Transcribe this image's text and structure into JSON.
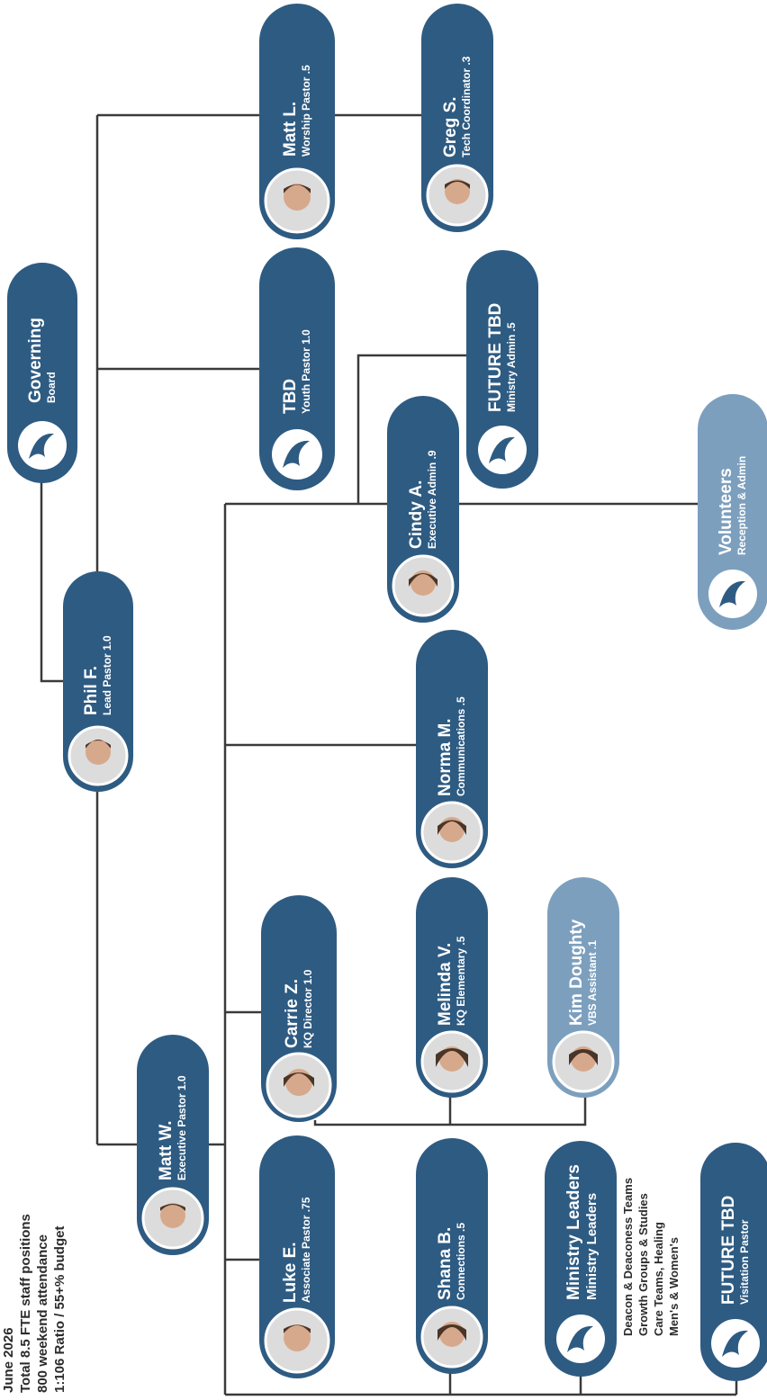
{
  "header": {
    "lines": [
      "June 2026",
      "Total 8.5 FTE staff positions",
      "800 weekend attendance",
      "1:106 Ratio / 55+% budget"
    ]
  },
  "nodes": {
    "governing": {
      "name": "Governing",
      "role": "Board"
    },
    "phil": {
      "name": "Phil F.",
      "role": "Lead Pastor 1.0"
    },
    "mattl": {
      "name": "Matt L.",
      "role": "Worship Pastor .5"
    },
    "greg": {
      "name": "Greg S.",
      "role": "Tech Coordinator .3"
    },
    "tbd_youth": {
      "name": "TBD",
      "role": "Youth Pastor 1.0"
    },
    "future_admin": {
      "name": "FUTURE TBD",
      "role": "Ministry Admin .5"
    },
    "cindy": {
      "name": "Cindy A.",
      "role": "Executive Admin .9"
    },
    "volunteers": {
      "name": "Volunteers",
      "role": "Reception & Admin"
    },
    "norma": {
      "name": "Norma M.",
      "role": "Communications .5"
    },
    "mattw": {
      "name": "Matt W.",
      "role": "Executive Pastor 1.0"
    },
    "carrie": {
      "name": "Carrie Z.",
      "role": "KQ Director 1.0"
    },
    "melinda": {
      "name": "Melinda V.",
      "role": "KQ Elementary .5"
    },
    "kim": {
      "name": "Kim Doughty",
      "role": "VBS Assistant .1"
    },
    "luke": {
      "name": "Luke E.",
      "role": "Associate Pastor .75"
    },
    "shana": {
      "name": "Shana B.",
      "role": "Connections .5"
    },
    "ministry": {
      "name": "Ministry Leaders",
      "role": "Ministry Leaders"
    },
    "future_visit": {
      "name": "FUTURE TBD",
      "role": "Visitation Pastor"
    }
  },
  "ministry_notes": [
    "Deacon & Deaconess Teams",
    "Growth Groups & Studies",
    "Care Teams, Healing",
    "Men's & Women's"
  ],
  "colors": {
    "dark": "#2e5b82",
    "light": "#7d9fbe"
  }
}
